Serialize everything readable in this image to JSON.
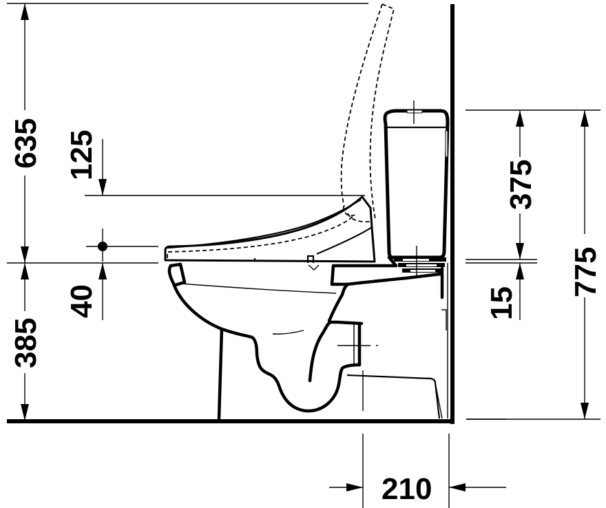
{
  "drawing": {
    "subject": "toilet side elevation with shower-toilet seat",
    "line_color": "#000000",
    "background": "#ffffff"
  },
  "dimensions": {
    "overall_seat_lid_height": {
      "value": "635",
      "orientation": "vertical",
      "side": "left"
    },
    "seat_to_lid_hinge": {
      "value": "125",
      "orientation": "vertical",
      "side": "left"
    },
    "seat_offset": {
      "value": "40",
      "orientation": "vertical",
      "side": "left"
    },
    "floor_to_rim_height": {
      "value": "385",
      "orientation": "vertical",
      "side": "left"
    },
    "cistern_height": {
      "value": "375",
      "orientation": "vertical",
      "side": "right"
    },
    "cistern_gap": {
      "value": "15",
      "orientation": "vertical",
      "side": "right"
    },
    "total_height": {
      "value": "775",
      "orientation": "vertical",
      "side": "right"
    },
    "outlet_to_wall": {
      "value": "210",
      "orientation": "horizontal",
      "side": "bottom"
    }
  }
}
